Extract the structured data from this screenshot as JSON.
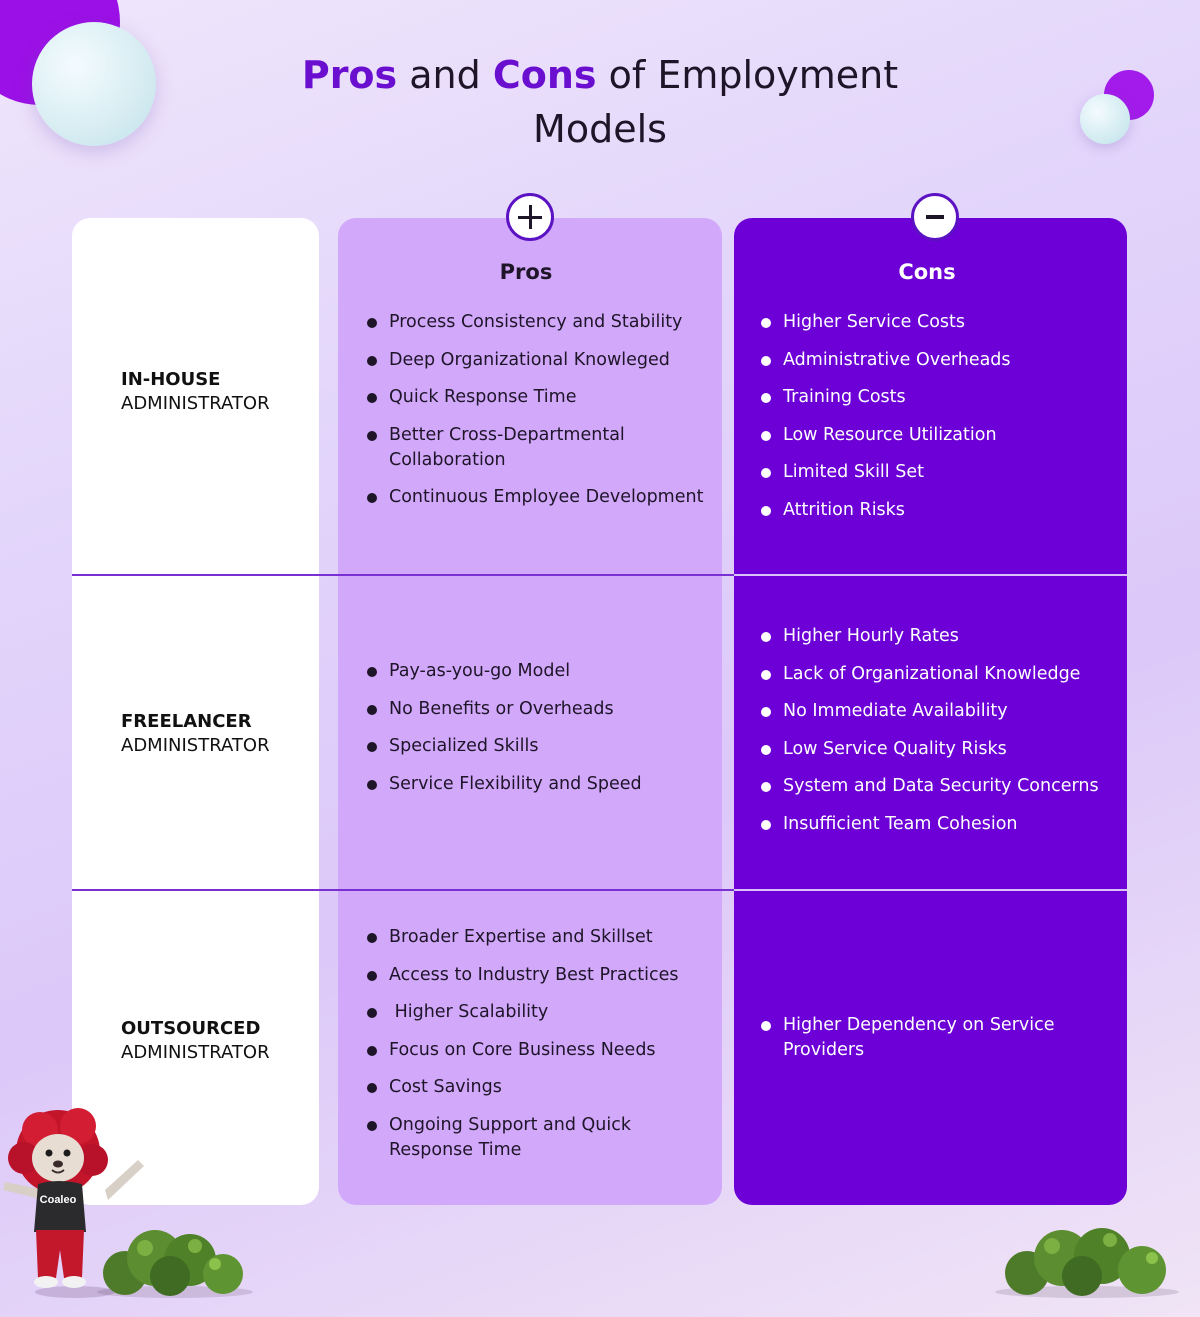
{
  "title": {
    "part1": "Pros",
    "part2": "and",
    "part3": "Cons",
    "part4": "of Employment",
    "part5": "Models"
  },
  "columns": {
    "pros_heading": "Pros",
    "cons_heading": "Cons",
    "pros_badge_icon": "plus-icon",
    "cons_badge_icon": "minus-icon"
  },
  "rows": [
    {
      "label_bold": "IN-HOUSE",
      "label_regular": "ADMINISTRATOR",
      "pros": [
        "Process Consistency and Stability",
        "Deep Organizational Knowleged",
        "Quick Response Time",
        "Better Cross-Departmental Collaboration",
        "Continuous Employee Development"
      ],
      "cons": [
        "Higher Service Costs",
        "Administrative Overheads",
        "Training Costs",
        "Low Resource Utilization",
        "Limited Skill Set",
        "Attrition Risks"
      ]
    },
    {
      "label_bold": "FREELANCER",
      "label_regular": "ADMINISTRATOR",
      "pros": [
        "Pay-as-you-go Model",
        "No Benefits or Overheads",
        "Specialized Skills",
        "Service Flexibility and Speed"
      ],
      "cons": [
        "Higher Hourly Rates",
        "Lack of Organizational Knowledge",
        "No Immediate Availability",
        "Low Service Quality Risks",
        "System and Data Security Concerns",
        "Insufficient Team Cohesion"
      ]
    },
    {
      "label_bold": "OUTSOURCED",
      "label_regular": "ADMINISTRATOR",
      "pros": [
        "Broader Expertise and Skillset",
        "Access to Industry Best Practices",
        " Higher Scalability",
        "Focus on Core Business Needs",
        "Cost Savings",
        "Ongoing Support and Quick Response Time"
      ],
      "cons": [
        "Higher Dependency on Service Providers"
      ]
    }
  ],
  "mascot": {
    "shirt_text": "Coaleo"
  },
  "colors": {
    "accent_purple": "#6a0fd0",
    "pros_bg": "#d2a8fb",
    "cons_bg": "#6c00d6",
    "divider": "#7a2fd3"
  }
}
